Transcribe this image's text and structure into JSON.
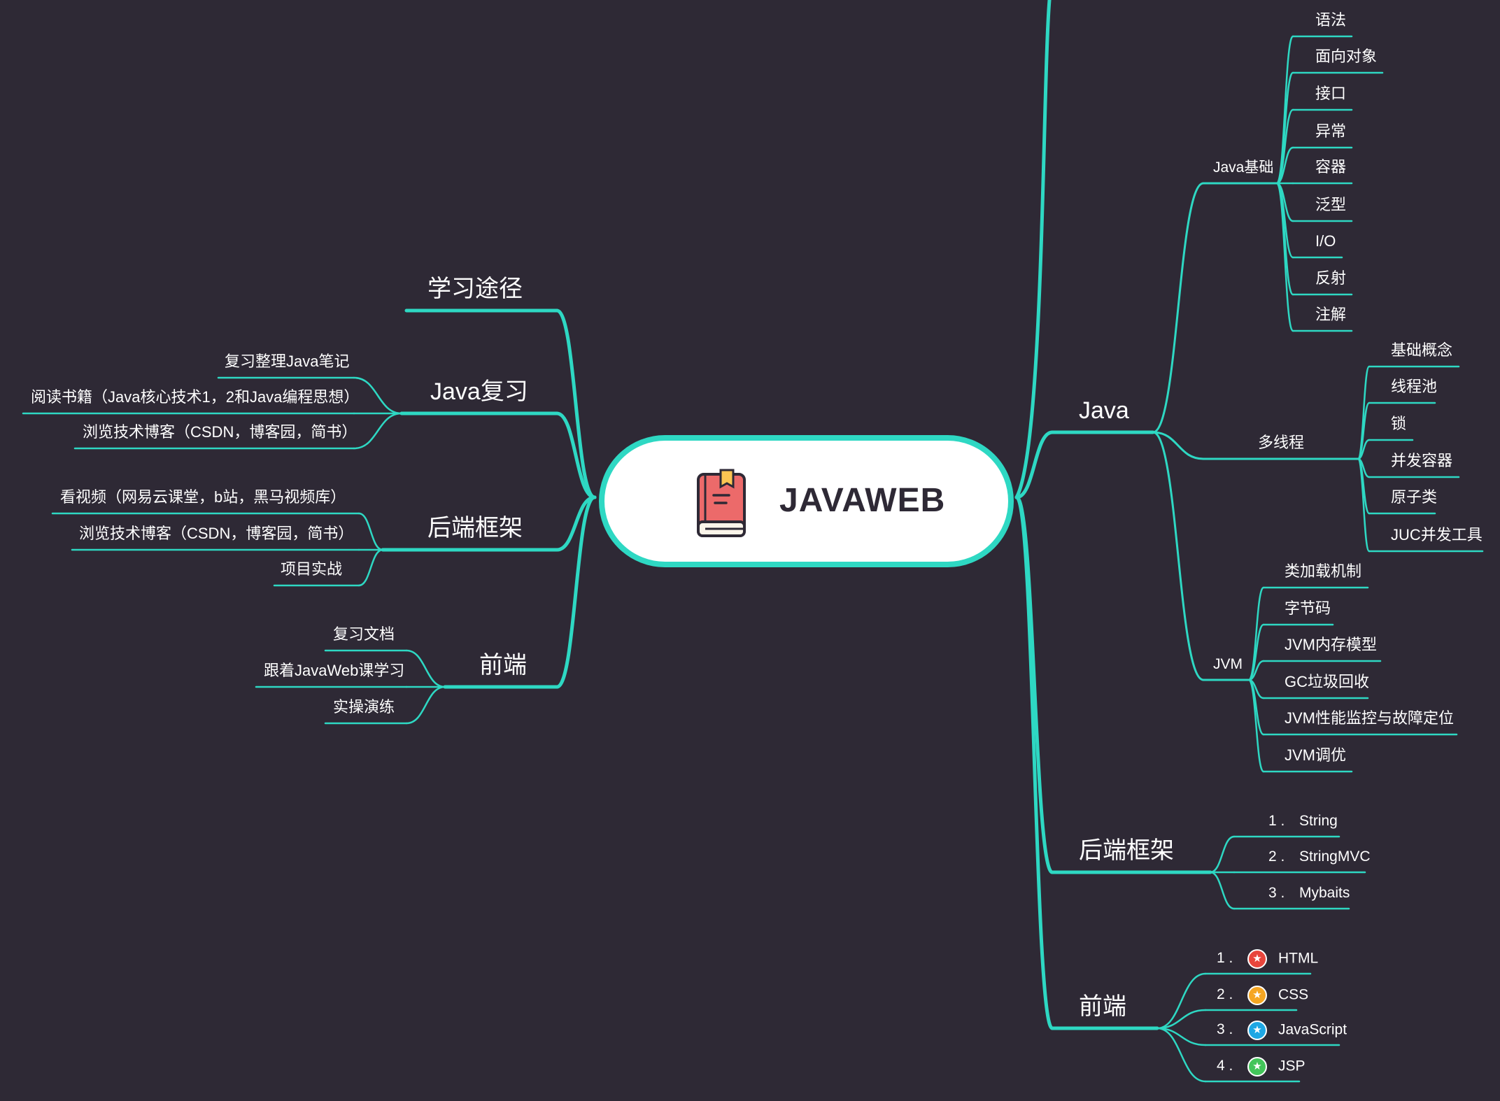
{
  "root": {
    "title": "JAVAWEB",
    "icon": "book-icon"
  },
  "colors": {
    "background": "#2e2935",
    "branch": "#2ed8c3",
    "html": "#e8453c",
    "css": "#f5a623",
    "javascript": "#1ea7e4",
    "jsp": "#43c55a"
  },
  "left": {
    "path": {
      "label": "学习途径"
    },
    "java_review": {
      "label": "Java复习",
      "children": [
        "复习整理Java笔记",
        "阅读书籍（Java核心技术1，2和Java编程思想）",
        "浏览技术博客（CSDN，博客园，简书）"
      ]
    },
    "backend": {
      "label": "后端框架",
      "children": [
        "看视频（网易云课堂，b站，黑马视频库）",
        "浏览技术博客（CSDN，博客园，简书）",
        "项目实战"
      ]
    },
    "frontend": {
      "label": "前端",
      "children": [
        "复习文档",
        "跟着JavaWeb课学习",
        "实操演练"
      ]
    }
  },
  "right": {
    "java": {
      "label": "Java",
      "basics": {
        "label": "Java基础",
        "children": [
          "语法",
          "面向对象",
          "接口",
          "异常",
          "容器",
          "泛型",
          "I/O",
          "反射",
          "注解"
        ]
      },
      "threads": {
        "label": "多线程",
        "children": [
          "基础概念",
          "线程池",
          "锁",
          "并发容器",
          "原子类",
          "JUC并发工具"
        ]
      },
      "jvm": {
        "label": "JVM",
        "children": [
          "类加载机制",
          "字节码",
          "JVM内存模型",
          "GC垃圾回收",
          "JVM性能监控与故障定位",
          "JVM调优"
        ]
      }
    },
    "backend": {
      "label": "后端框架",
      "children": [
        {
          "num": "1 .",
          "label": "String"
        },
        {
          "num": "2 .",
          "label": "StringMVC"
        },
        {
          "num": "3 .",
          "label": "Mybaits"
        }
      ]
    },
    "frontend": {
      "label": "前端",
      "children": [
        {
          "num": "1 .",
          "label": "HTML",
          "icon": "star-red-icon"
        },
        {
          "num": "2 .",
          "label": "CSS",
          "icon": "star-orange-icon"
        },
        {
          "num": "3 .",
          "label": "JavaScript",
          "icon": "star-blue-icon"
        },
        {
          "num": "4 .",
          "label": "JSP",
          "icon": "star-green-icon"
        }
      ]
    }
  }
}
